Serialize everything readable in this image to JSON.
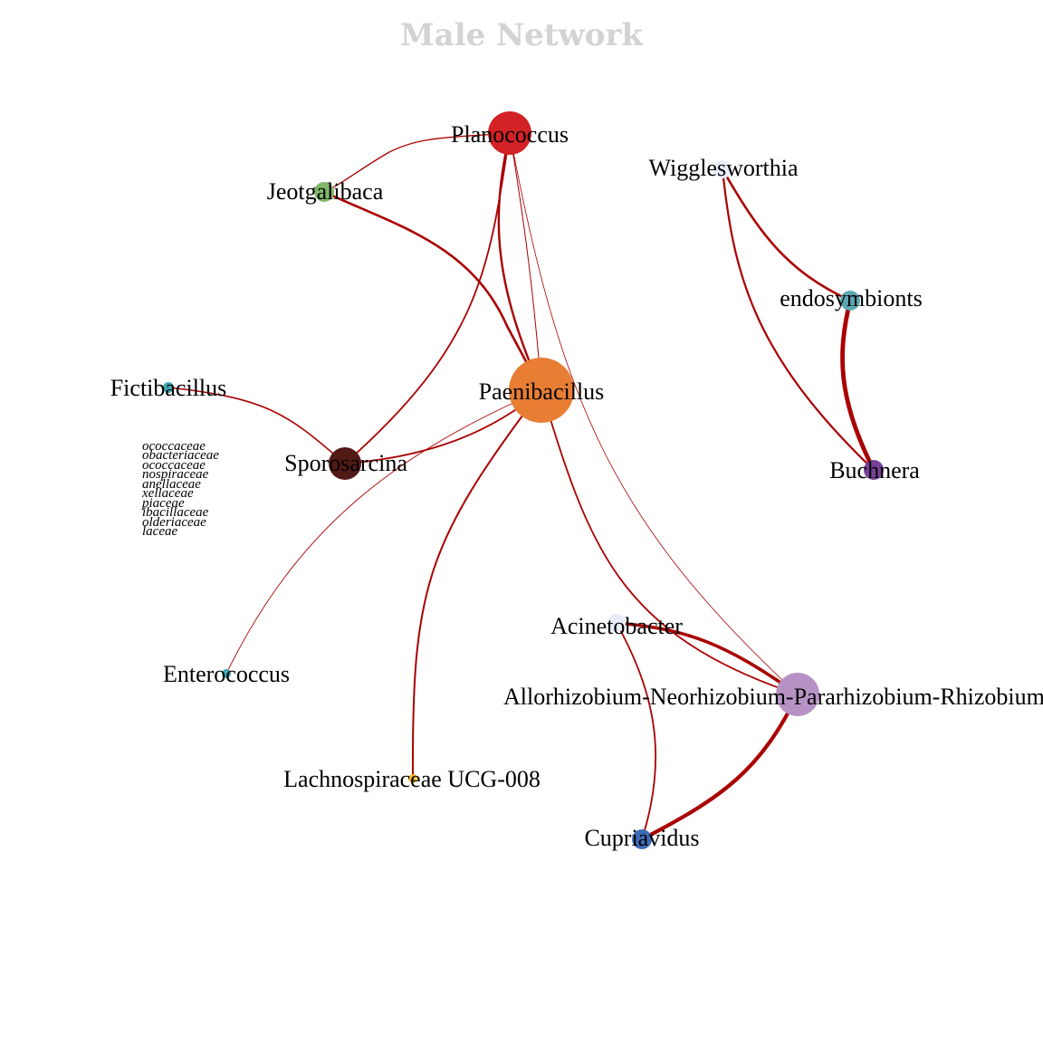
{
  "title": "Male Network",
  "colors": {
    "edge": "#aa0000",
    "title": "#d3d3d3"
  },
  "nodes": [
    {
      "id": "planococcus",
      "label": "Planococcus",
      "color": "#d22225"
    },
    {
      "id": "jeotgalibaca",
      "label": "Jeotgalibaca",
      "color": "#7fb86a"
    },
    {
      "id": "paenibacillus",
      "label": "Paenibacillus",
      "color": "#e87e34"
    },
    {
      "id": "fictibacillus",
      "label": "Fictibacillus",
      "color": "#41a6b4"
    },
    {
      "id": "sporosarcina",
      "label": "Sporosarcina",
      "color": "#521a17"
    },
    {
      "id": "enterococcus",
      "label": "Enterococcus",
      "color": "#41a6b4"
    },
    {
      "id": "lachnospiraceae-ucg-008",
      "label": "Lachnospiraceae UCG-008",
      "color": "#f2b632"
    },
    {
      "id": "wigglesworthia",
      "label": "Wigglesworthia",
      "color": "#e7ecf8"
    },
    {
      "id": "endosymbionts",
      "label": "endosymbionts",
      "color": "#5ba7b1"
    },
    {
      "id": "buchnera",
      "label": "Buchnera",
      "color": "#773f98"
    },
    {
      "id": "acinetobacter",
      "label": "Acinetobacter",
      "color": "#e7ecf8"
    },
    {
      "id": "allorhizobium",
      "label": "Allorhizobium-Neorhizobium-Pararhizobium-Rhizobium",
      "color": "#b793c5"
    },
    {
      "id": "cupriavidus",
      "label": "Cupriavidus",
      "color": "#3e6cb8"
    }
  ],
  "edges": [
    {
      "source": "planococcus",
      "target": "jeotgalibaca"
    },
    {
      "source": "jeotgalibaca",
      "target": "paenibacillus"
    },
    {
      "source": "planococcus",
      "target": "paenibacillus"
    },
    {
      "source": "planococcus",
      "target": "paenibacillus"
    },
    {
      "source": "planococcus",
      "target": "sporosarcina"
    },
    {
      "source": "planococcus",
      "target": "allorhizobium"
    },
    {
      "source": "fictibacillus",
      "target": "sporosarcina"
    },
    {
      "source": "sporosarcina",
      "target": "paenibacillus"
    },
    {
      "source": "paenibacillus",
      "target": "enterococcus"
    },
    {
      "source": "paenibacillus",
      "target": "lachnospiraceae-ucg-008"
    },
    {
      "source": "paenibacillus",
      "target": "allorhizobium"
    },
    {
      "source": "acinetobacter",
      "target": "allorhizobium"
    },
    {
      "source": "acinetobacter",
      "target": "cupriavidus"
    },
    {
      "source": "allorhizobium",
      "target": "cupriavidus"
    },
    {
      "source": "wigglesworthia",
      "target": "endosymbionts"
    },
    {
      "source": "wigglesworthia",
      "target": "buchnera"
    },
    {
      "source": "endosymbionts",
      "target": "buchnera"
    }
  ],
  "legend_fragments": [
    "ococcaceae",
    "obacteriaceae",
    "ococcaceae",
    "nospiraceae",
    "anellaceae",
    "xellaceae",
    "piaceae",
    "ibacillaceae",
    "olderiaceae",
    "laceae"
  ]
}
